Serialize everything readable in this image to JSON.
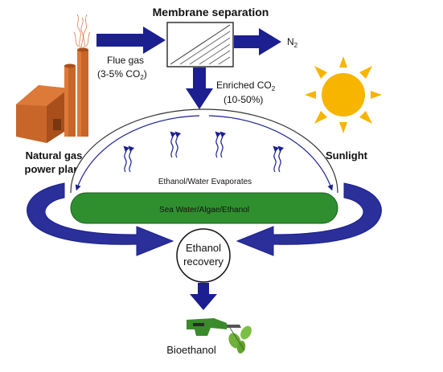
{
  "title": "Membrane separation",
  "labels": {
    "n2": "N",
    "n2_sub": "2",
    "flue_gas_line1": "Flue gas",
    "flue_gas_line2_pre": "(3-5% CO",
    "flue_gas_line2_sub": "2",
    "flue_gas_line2_post": ")",
    "enriched_line1_pre": "Enriched CO",
    "enriched_line1_sub": "2",
    "enriched_line2": "(10-50%)",
    "power_plant_line1": "Natural gas",
    "power_plant_line2": "power plant",
    "sunlight": "Sunlight",
    "evaporates": "Ethanol/Water Evaporates",
    "pond": "Sea Water/Algae/Ethanol",
    "recovery_line1": "Ethanol",
    "recovery_line2": "recovery",
    "bioethanol": "Bioethanol"
  },
  "colors": {
    "arrow": "#1b1f8f",
    "pond": "#2f8f2f",
    "sun": "#f7b500",
    "plant": "#c8662a"
  },
  "icons": {
    "power_plant": "factory-icon",
    "sun": "sun-icon",
    "membrane": "membrane-module-icon",
    "fuel_nozzle": "fuel-nozzle-icon"
  }
}
